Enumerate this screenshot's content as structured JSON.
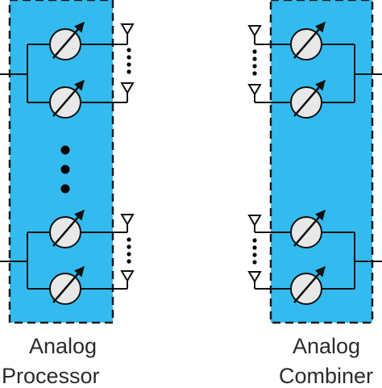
{
  "blocks": {
    "left": {
      "line1": "Analog",
      "line2": "Processor"
    },
    "right": {
      "line1": "Analog",
      "line2": "Combiner"
    }
  },
  "colors": {
    "block_fill": "#33bbf0",
    "block_border": "#1a1a1a",
    "shifter_fill": "#e8e8e8",
    "wire": "#111111",
    "dots": "#000000"
  },
  "icons": [
    "phase-shifter-icon",
    "antenna-icon",
    "ellipsis-dots-icon"
  ]
}
